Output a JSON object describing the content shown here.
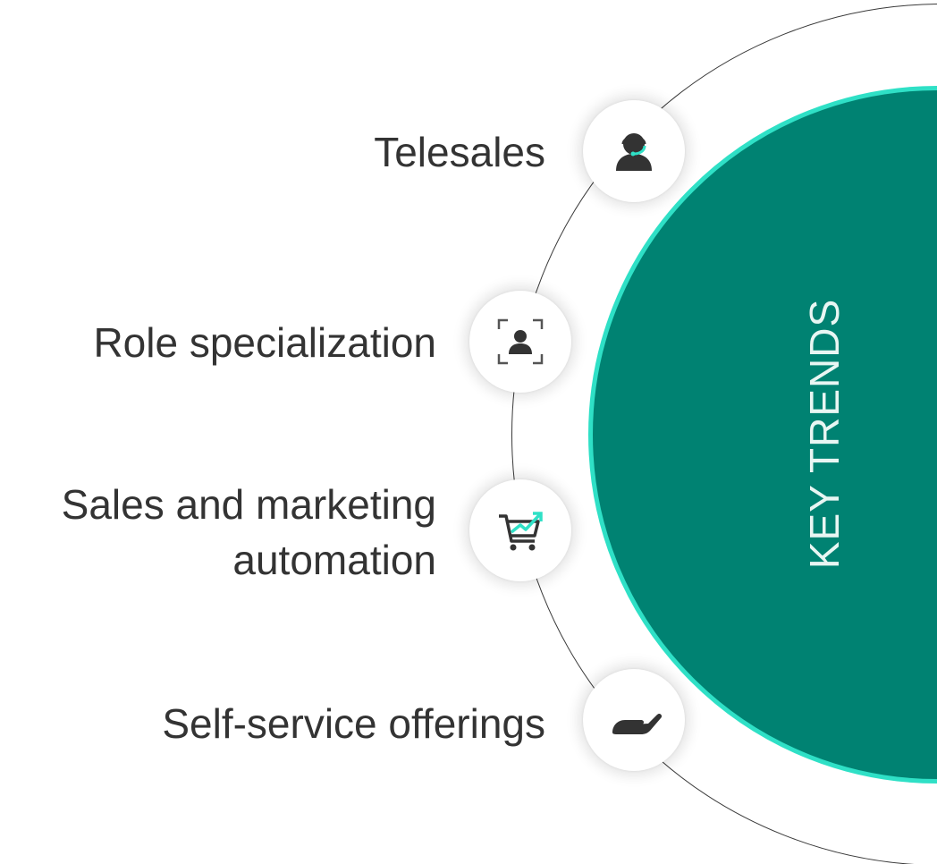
{
  "center": {
    "title": "KEY TRENDS"
  },
  "trends": [
    {
      "label_lines": [
        "Telesales"
      ],
      "icon": "headset-agent-icon"
    },
    {
      "label_lines": [
        "Role specialization"
      ],
      "icon": "focus-person-icon"
    },
    {
      "label_lines": [
        "Sales and marketing",
        "automation"
      ],
      "icon": "cart-growth-icon"
    },
    {
      "label_lines": [
        "Self-service offerings"
      ],
      "icon": "open-hand-icon"
    }
  ],
  "colors": {
    "teal_fill": "#008272",
    "teal_outline": "#2fe0c6",
    "icon_dark": "#333333",
    "icon_accent": "#2fe0c6",
    "text": "#333333"
  }
}
